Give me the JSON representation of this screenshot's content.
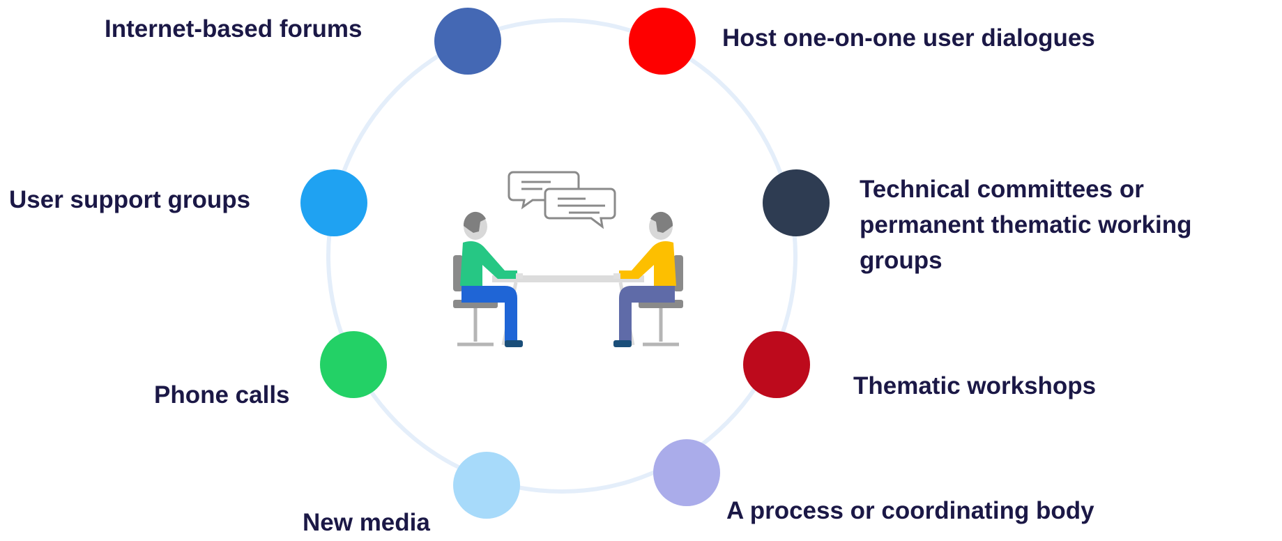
{
  "items": [
    {
      "label": "Internet-based forums",
      "color": "#4468b4"
    },
    {
      "label": "Host one-on-one user dialogues",
      "color": "#fe0000"
    },
    {
      "label": "User support groups",
      "color": "#1fa2f2"
    },
    {
      "label": "Technical committees or permanent thematic working groups",
      "color": "#2e3c52"
    },
    {
      "label": "Phone calls",
      "color": "#23d166"
    },
    {
      "label": "Thematic workshops",
      "color": "#bd0a1c"
    },
    {
      "label": "New media",
      "color": "#a7dafa"
    },
    {
      "label": "A process or coordinating body",
      "color": "#aaacea"
    }
  ],
  "illustration": {
    "icon": "meeting-people-icon",
    "bubbles": "chat-bubbles-icon"
  }
}
